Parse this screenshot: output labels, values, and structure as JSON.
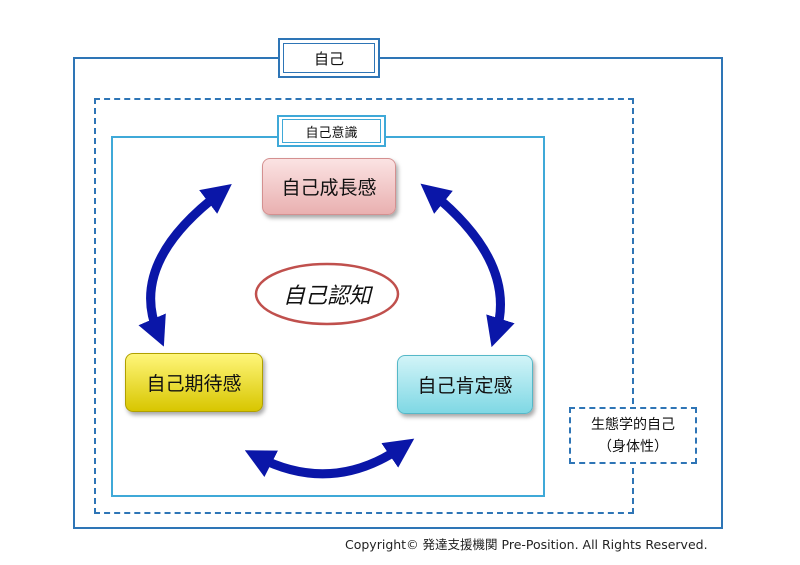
{
  "frames": {
    "self_label": "自己",
    "self_awareness_label": "自己意識",
    "ecological_self_line1": "生態学的自己",
    "ecological_self_line2": "（身体性）"
  },
  "nodes": {
    "growth": "自己成長感",
    "expectation": "自己期待感",
    "affirmation": "自己肯定感",
    "center": "自己認知"
  },
  "colors": {
    "frame_blue": "#2e75b6",
    "awareness_blue": "#3fa9d8",
    "arrow_blue": "#0a16a8",
    "ellipse_red": "#c0504d"
  },
  "footer": {
    "copyright": "Copyright© 発達支援機関 Pre-Position. All Rights Reserved."
  }
}
